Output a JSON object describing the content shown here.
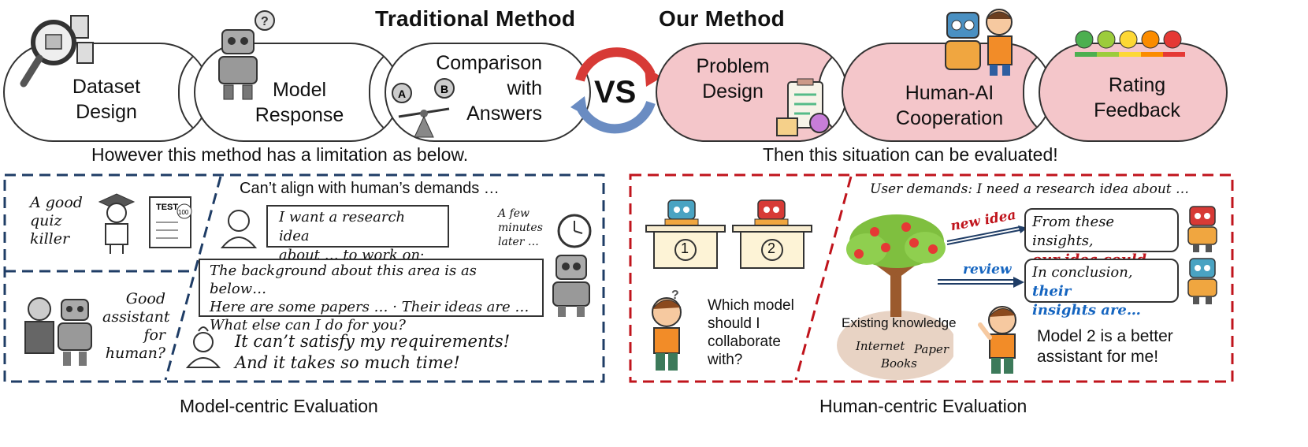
{
  "headers": {
    "traditional": "Traditional Method",
    "ours": "Our Method"
  },
  "vs_label": "VS",
  "pipeline": {
    "dataset": [
      "Dataset",
      "Design"
    ],
    "model": [
      "Model",
      "Response"
    ],
    "comparison": [
      "Comparison",
      "with",
      "Answers"
    ],
    "problem": [
      "Problem",
      "Design"
    ],
    "cooperation": [
      "Human-AI",
      "Cooperation"
    ],
    "rating": [
      "Rating",
      "Feedback"
    ]
  },
  "icons": {
    "magnifier": "magnifier-icon",
    "robot": "robot-icon",
    "scale": "scale-icon",
    "clipboard": "clipboard-icon",
    "clock": "clock-icon",
    "tree": "knowledge-tree-icon"
  },
  "option_labels": {
    "a": "A",
    "b": "B"
  },
  "captions": {
    "left": "However this method has a limitation as below.",
    "right": "Then this situation can be evaluated!"
  },
  "left_panel": {
    "quiz_killer": [
      "A good",
      "quiz",
      "killer"
    ],
    "test_sheet": {
      "title": "TEST",
      "score": "100"
    },
    "good_assistant": [
      "Good",
      "assistant",
      "for",
      "human?"
    ],
    "cant_align": "Can’t align with human’s demands …",
    "user_request": [
      "I want a research idea",
      "about … to work on·"
    ],
    "few_minutes": [
      "A few",
      "minutes",
      "later …"
    ],
    "model_reply": [
      "The background about this area is as below…",
      "Here are some papers … · Their ideas are …",
      "What else can I do for you?"
    ],
    "complaint": [
      "It can’t satisfy my requirements!",
      "And it takes so much time!"
    ]
  },
  "right_panel": {
    "user_demands": "User demands: I need a research idea about …",
    "desk_numbers": [
      "1",
      "2"
    ],
    "question_mark": "?",
    "which_model": [
      "Which model",
      "should I",
      "collaborate",
      "with?"
    ],
    "new_idea": "new idea",
    "review": "review",
    "insight_box": {
      "prefix": "From these insights,",
      "highlight": "our idea could be…"
    },
    "conclusion_box": {
      "prefix": "In conclusion,",
      "highlight1": "their",
      "highlight2": "insights are…"
    },
    "knowledge": {
      "title": "Existing knowledge",
      "items": [
        "Internet",
        "Paper",
        "Books"
      ]
    },
    "verdict": [
      "Model 2 is a better",
      "assistant for me!"
    ]
  },
  "bottom_titles": {
    "left": "Model-centric Evaluation",
    "right": "Human-centric Evaluation"
  },
  "colors": {
    "pink": "#f4c6ca",
    "navy_dash": "#1f3d66",
    "red_dash": "#c0141c",
    "red_text": "#c0141c",
    "blue_text": "#1565c0"
  }
}
